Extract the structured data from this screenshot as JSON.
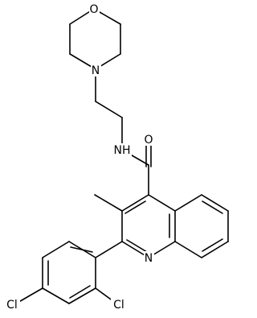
{
  "atom_labels": {
    "morpholine_oxygen": "O",
    "morpholine_nitrogen": "N",
    "amide_nh": "NH",
    "carbonyl_oxygen": "O",
    "quinoline_nitrogen": "N",
    "chlorine_para": "Cl",
    "chlorine_ortho": "Cl"
  },
  "colors": {
    "bond": "#000000",
    "label": "#000000",
    "background": "#ffffff"
  }
}
